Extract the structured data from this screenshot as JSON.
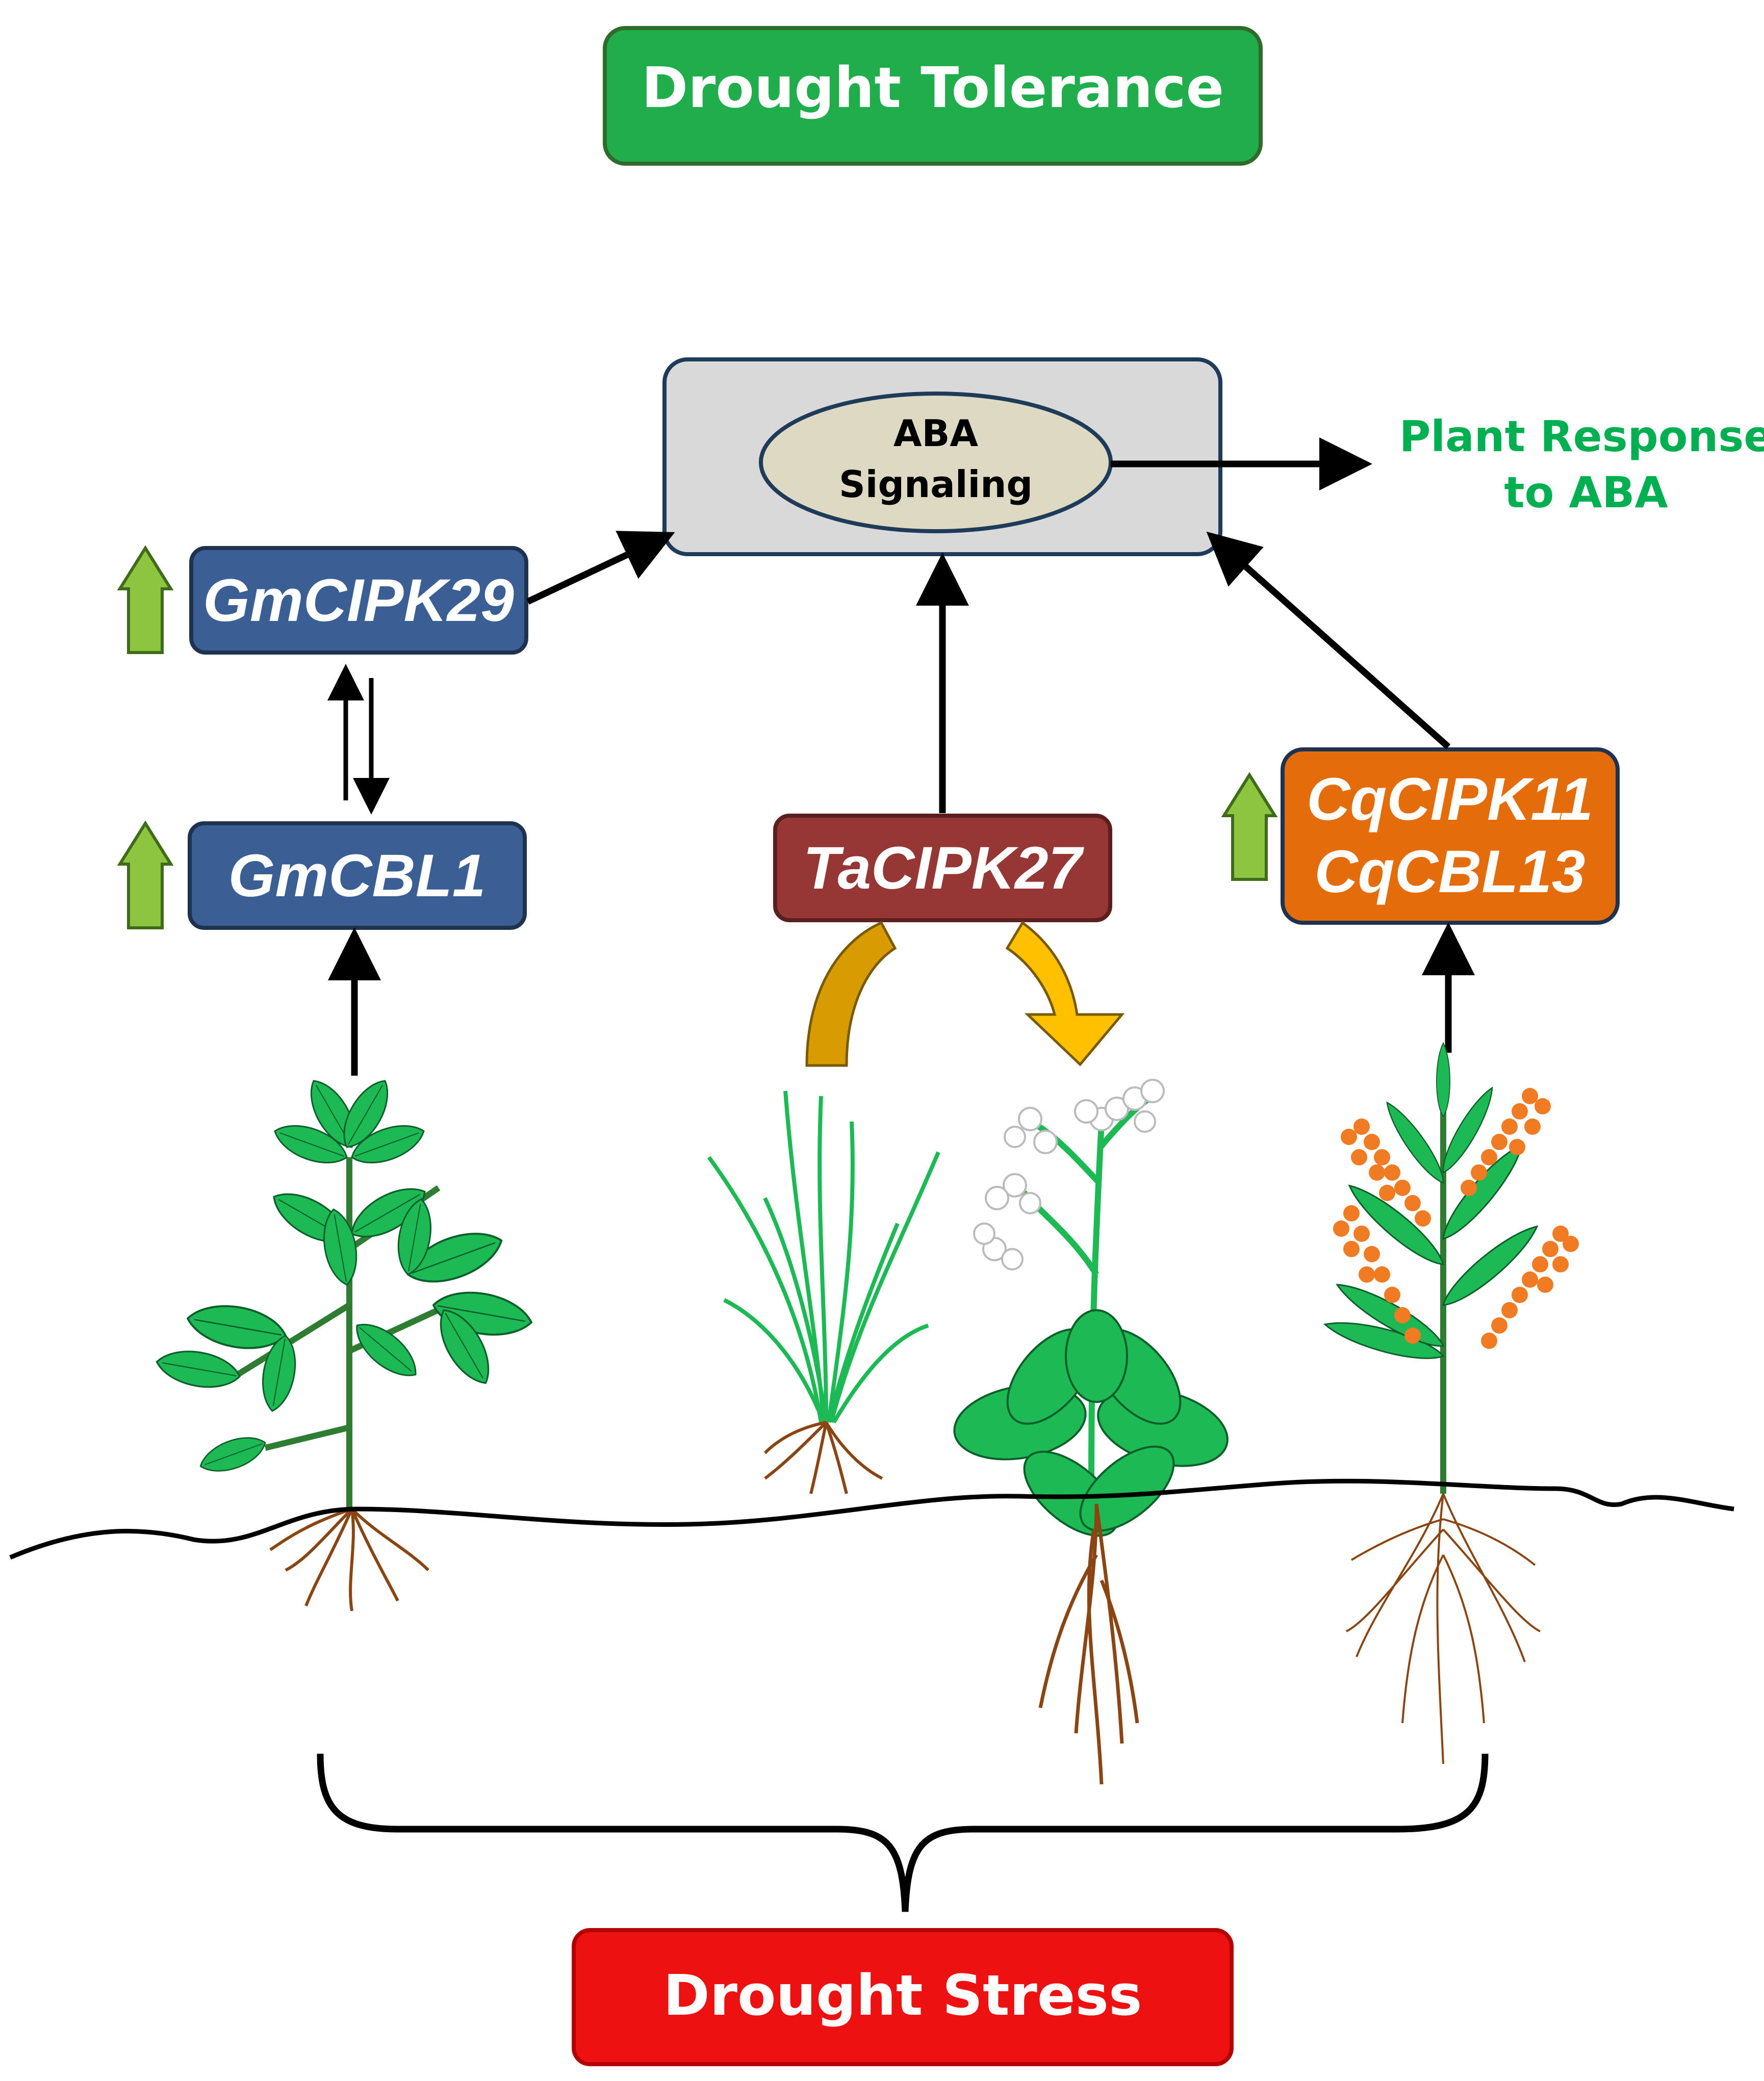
{
  "top_label": "Drought Tolerance",
  "bottom_label": "Drought Stress",
  "aba": {
    "line1": "ABA",
    "line2": "Signaling"
  },
  "response": {
    "line1": "Plant Response",
    "line2": "to ABA"
  },
  "genes": {
    "gmcipk29": "GmCIPK29",
    "gmcbl1": "GmCBL1",
    "tacipk27": "TaCIPK27",
    "cqcipk11": "CqCIPK11",
    "cqcbl13": "CqCBL13"
  },
  "colors": {
    "tolerance_green": "#1fae4b",
    "tolerance_border": "#2f6b2a",
    "stress_red": "#ee1111",
    "stress_border": "#b30000",
    "gm_blue": "#3a5f95",
    "ta_red": "#953735",
    "cq_orange": "#e46c0a",
    "aba_box": "#d9d9d9",
    "aba_ellipse": "#ddd9c3",
    "response_text": "#00b050",
    "up_arrow": "#8cc63f",
    "leaf_green": "#1db954",
    "root_brown": "#8b4513",
    "seed_orange": "#f07b22",
    "curve_arrow": "#d89b00"
  },
  "icons": [
    "up-arrow-icon",
    "soybean-plant-icon",
    "wheat-plant-icon",
    "arabidopsis-plant-icon",
    "quinoa-plant-icon"
  ]
}
